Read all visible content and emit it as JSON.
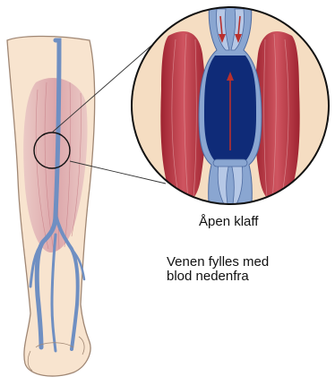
{
  "labels": {
    "valve_state": "Åpen klaff",
    "description_line1": "Venen fylles med",
    "description_line2": "blod nedenfra"
  },
  "colors": {
    "skin": "#f8e4cf",
    "skin_outline": "#a08774",
    "muscle": "#c1414b",
    "muscle_light": "#e6b3b6",
    "vein": "#6f8fc2",
    "vein_blood": "#0f2b78",
    "arrow": "#b8302e",
    "tissue": "#f3d8bb"
  },
  "icons": {
    "leg": "leg-illustration",
    "valve": "open-valve-diagram"
  }
}
